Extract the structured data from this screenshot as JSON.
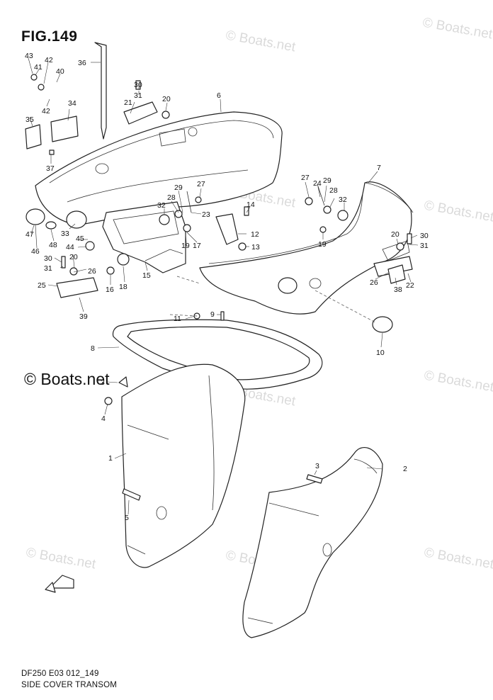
{
  "figure": {
    "title": "FIG.149",
    "model_code": "DF250 E03 012_149",
    "caption": "SIDE COVER TRANSOM",
    "watermark": "© Boats.net"
  },
  "callouts": [
    {
      "id": "1",
      "label": "1"
    },
    {
      "id": "2",
      "label": "2"
    },
    {
      "id": "3a",
      "label": "3"
    },
    {
      "id": "3b",
      "label": "3"
    },
    {
      "id": "4",
      "label": "4"
    },
    {
      "id": "5",
      "label": "5"
    },
    {
      "id": "6",
      "label": "6"
    },
    {
      "id": "7",
      "label": "7"
    },
    {
      "id": "8",
      "label": "8"
    },
    {
      "id": "9",
      "label": "9"
    },
    {
      "id": "10",
      "label": "10"
    },
    {
      "id": "11",
      "label": "11"
    },
    {
      "id": "12",
      "label": "12"
    },
    {
      "id": "13",
      "label": "13"
    },
    {
      "id": "14",
      "label": "14"
    },
    {
      "id": "15",
      "label": "15"
    },
    {
      "id": "16",
      "label": "16"
    },
    {
      "id": "17",
      "label": "17"
    },
    {
      "id": "18",
      "label": "18"
    },
    {
      "id": "19a",
      "label": "19"
    },
    {
      "id": "19b",
      "label": "19"
    },
    {
      "id": "20a",
      "label": "20"
    },
    {
      "id": "20b",
      "label": "20"
    },
    {
      "id": "20c",
      "label": "20"
    },
    {
      "id": "21",
      "label": "21"
    },
    {
      "id": "22",
      "label": "22"
    },
    {
      "id": "23",
      "label": "23"
    },
    {
      "id": "24",
      "label": "24"
    },
    {
      "id": "25",
      "label": "25"
    },
    {
      "id": "26a",
      "label": "26"
    },
    {
      "id": "26b",
      "label": "26"
    },
    {
      "id": "27a",
      "label": "27"
    },
    {
      "id": "27b",
      "label": "27"
    },
    {
      "id": "28a",
      "label": "28"
    },
    {
      "id": "28b",
      "label": "28"
    },
    {
      "id": "29a",
      "label": "29"
    },
    {
      "id": "29b",
      "label": "29"
    },
    {
      "id": "30a",
      "label": "30"
    },
    {
      "id": "30b",
      "label": "30"
    },
    {
      "id": "30c",
      "label": "30"
    },
    {
      "id": "31a",
      "label": "31"
    },
    {
      "id": "31b",
      "label": "31"
    },
    {
      "id": "31c",
      "label": "31"
    },
    {
      "id": "32a",
      "label": "32"
    },
    {
      "id": "32b",
      "label": "32"
    },
    {
      "id": "33",
      "label": "33"
    },
    {
      "id": "34",
      "label": "34"
    },
    {
      "id": "35",
      "label": "35"
    },
    {
      "id": "36",
      "label": "36"
    },
    {
      "id": "37",
      "label": "37"
    },
    {
      "id": "38",
      "label": "38"
    },
    {
      "id": "39",
      "label": "39"
    },
    {
      "id": "40",
      "label": "40"
    },
    {
      "id": "41",
      "label": "41"
    },
    {
      "id": "42a",
      "label": "42"
    },
    {
      "id": "42b",
      "label": "42"
    },
    {
      "id": "43",
      "label": "43"
    },
    {
      "id": "44",
      "label": "44"
    },
    {
      "id": "45",
      "label": "45"
    },
    {
      "id": "46",
      "label": "46"
    },
    {
      "id": "47",
      "label": "47"
    },
    {
      "id": "48",
      "label": "48"
    }
  ]
}
